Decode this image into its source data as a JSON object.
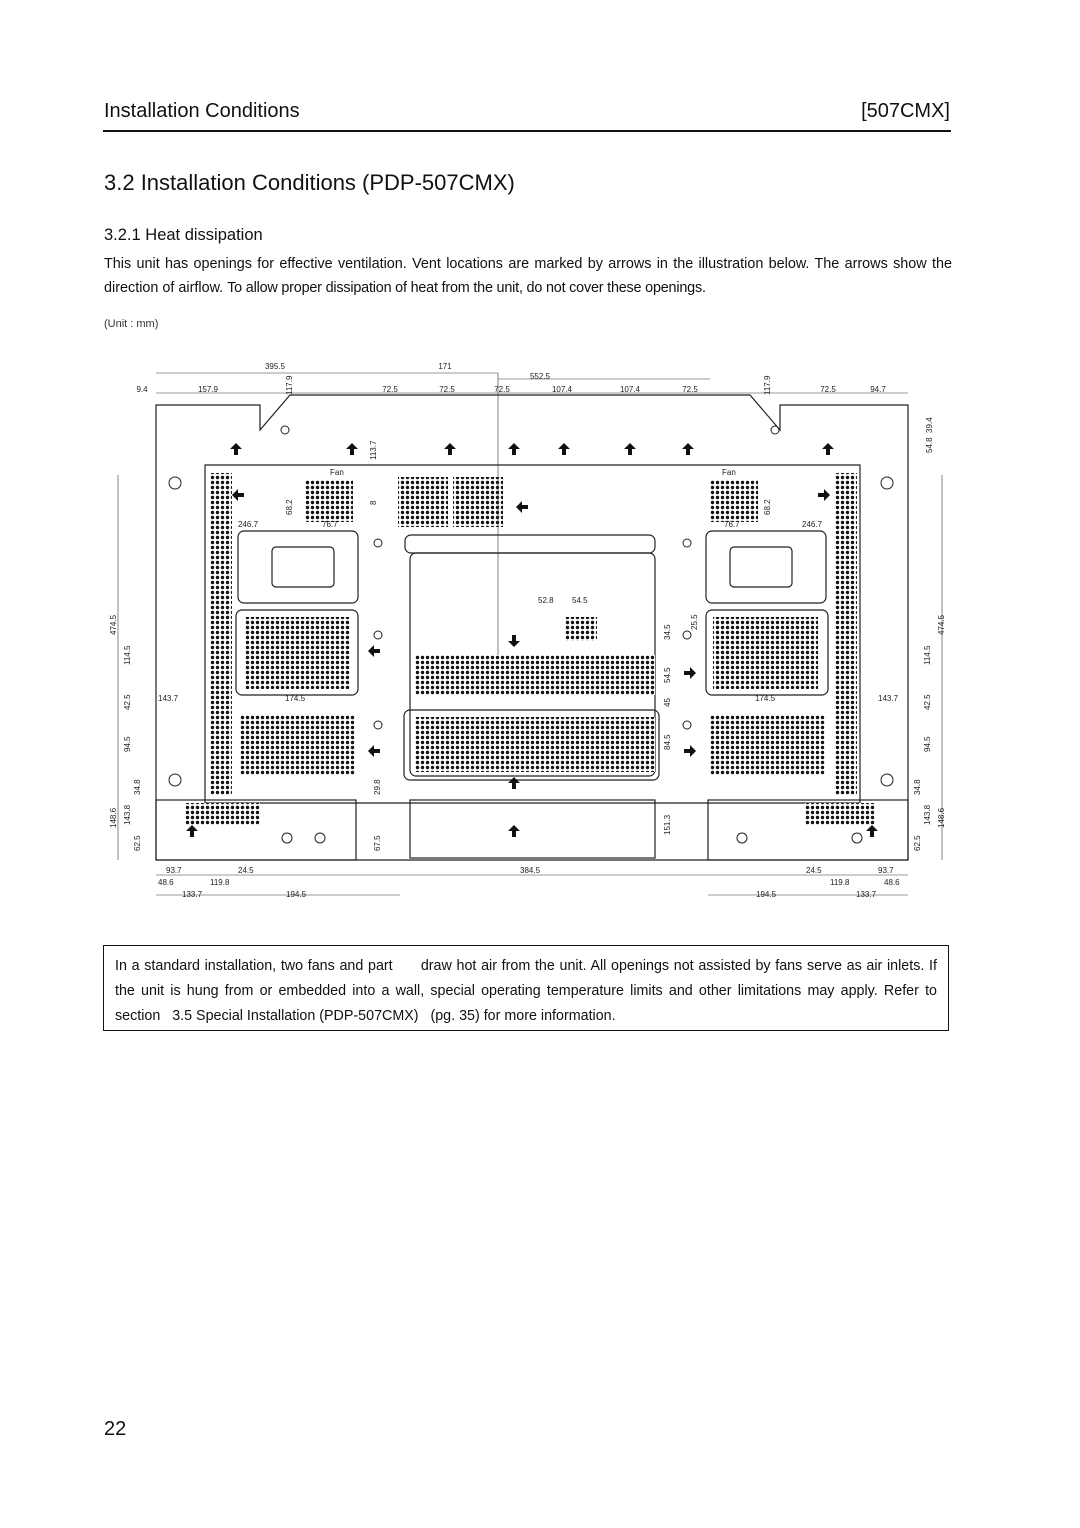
{
  "header": {
    "left": "Installation Conditions",
    "right": "[507CMX]"
  },
  "section": {
    "title": "3.2 Installation Conditions (PDP-507CMX)",
    "subtitle": "3.2.1 Heat dissipation"
  },
  "intro": {
    "text_normal": "This unit has openings for effective ventilation. Vent locations are marked by arrows in the illustration below. The arrows show the direction of airflow. ",
    "text_emph": "To allow proper dissipation of heat from the unit, do not cover these openings."
  },
  "unit_label": "(Unit : mm)",
  "diagram": {
    "top_dims": [
      "9.4",
      "157.9",
      "395.5",
      "171",
      "552.5",
      "72.5",
      "72.5",
      "72.5",
      "107.4",
      "107.4",
      "72.5",
      "72.5",
      "94.7"
    ],
    "vertical_top": [
      "117.9",
      "113.7",
      "117.9",
      "39.4",
      "54.8"
    ],
    "fan_labels": [
      "Fan",
      "Fan"
    ],
    "fan_dims": [
      "246.7",
      "76.7",
      "68.2",
      "8",
      "76.7",
      "68.2",
      "246.7"
    ],
    "center_dims": [
      "52.8",
      "54.5",
      "34.5",
      "25.5",
      "54.5",
      "45",
      "84.5"
    ],
    "left_dims": [
      "474.5",
      "114.5",
      "42.5",
      "94.5",
      "34.8",
      "148.6",
      "143.8",
      "62.5"
    ],
    "right_dims": [
      "474.5",
      "114.5",
      "42.5",
      "94.5",
      "34.8",
      "143.8",
      "148.6",
      "62.5"
    ],
    "mid_horizontal": [
      "143.7",
      "174.5",
      "174.5",
      "143.7"
    ],
    "lower_dims": [
      "29.8",
      "67.5",
      "151.3"
    ],
    "bottom_dims": [
      "93.7",
      "24.5",
      "48.6",
      "119.8",
      "133.7",
      "194.5",
      "384.5",
      "24.5",
      "93.7",
      "119.8",
      "48.6",
      "194.5",
      "133.7"
    ]
  },
  "note": {
    "line1": "In a standard installation, two fans and part      draw hot air from the unit. All openings not assisted by fans serve as air inlets. If the unit is hung from or embedded into a wall, special operating temperature limits and other limitations may apply. Refer to section   3.5 Special Installation (PDP-507CMX)   (pg. 35) for more information."
  },
  "page_number": "22"
}
